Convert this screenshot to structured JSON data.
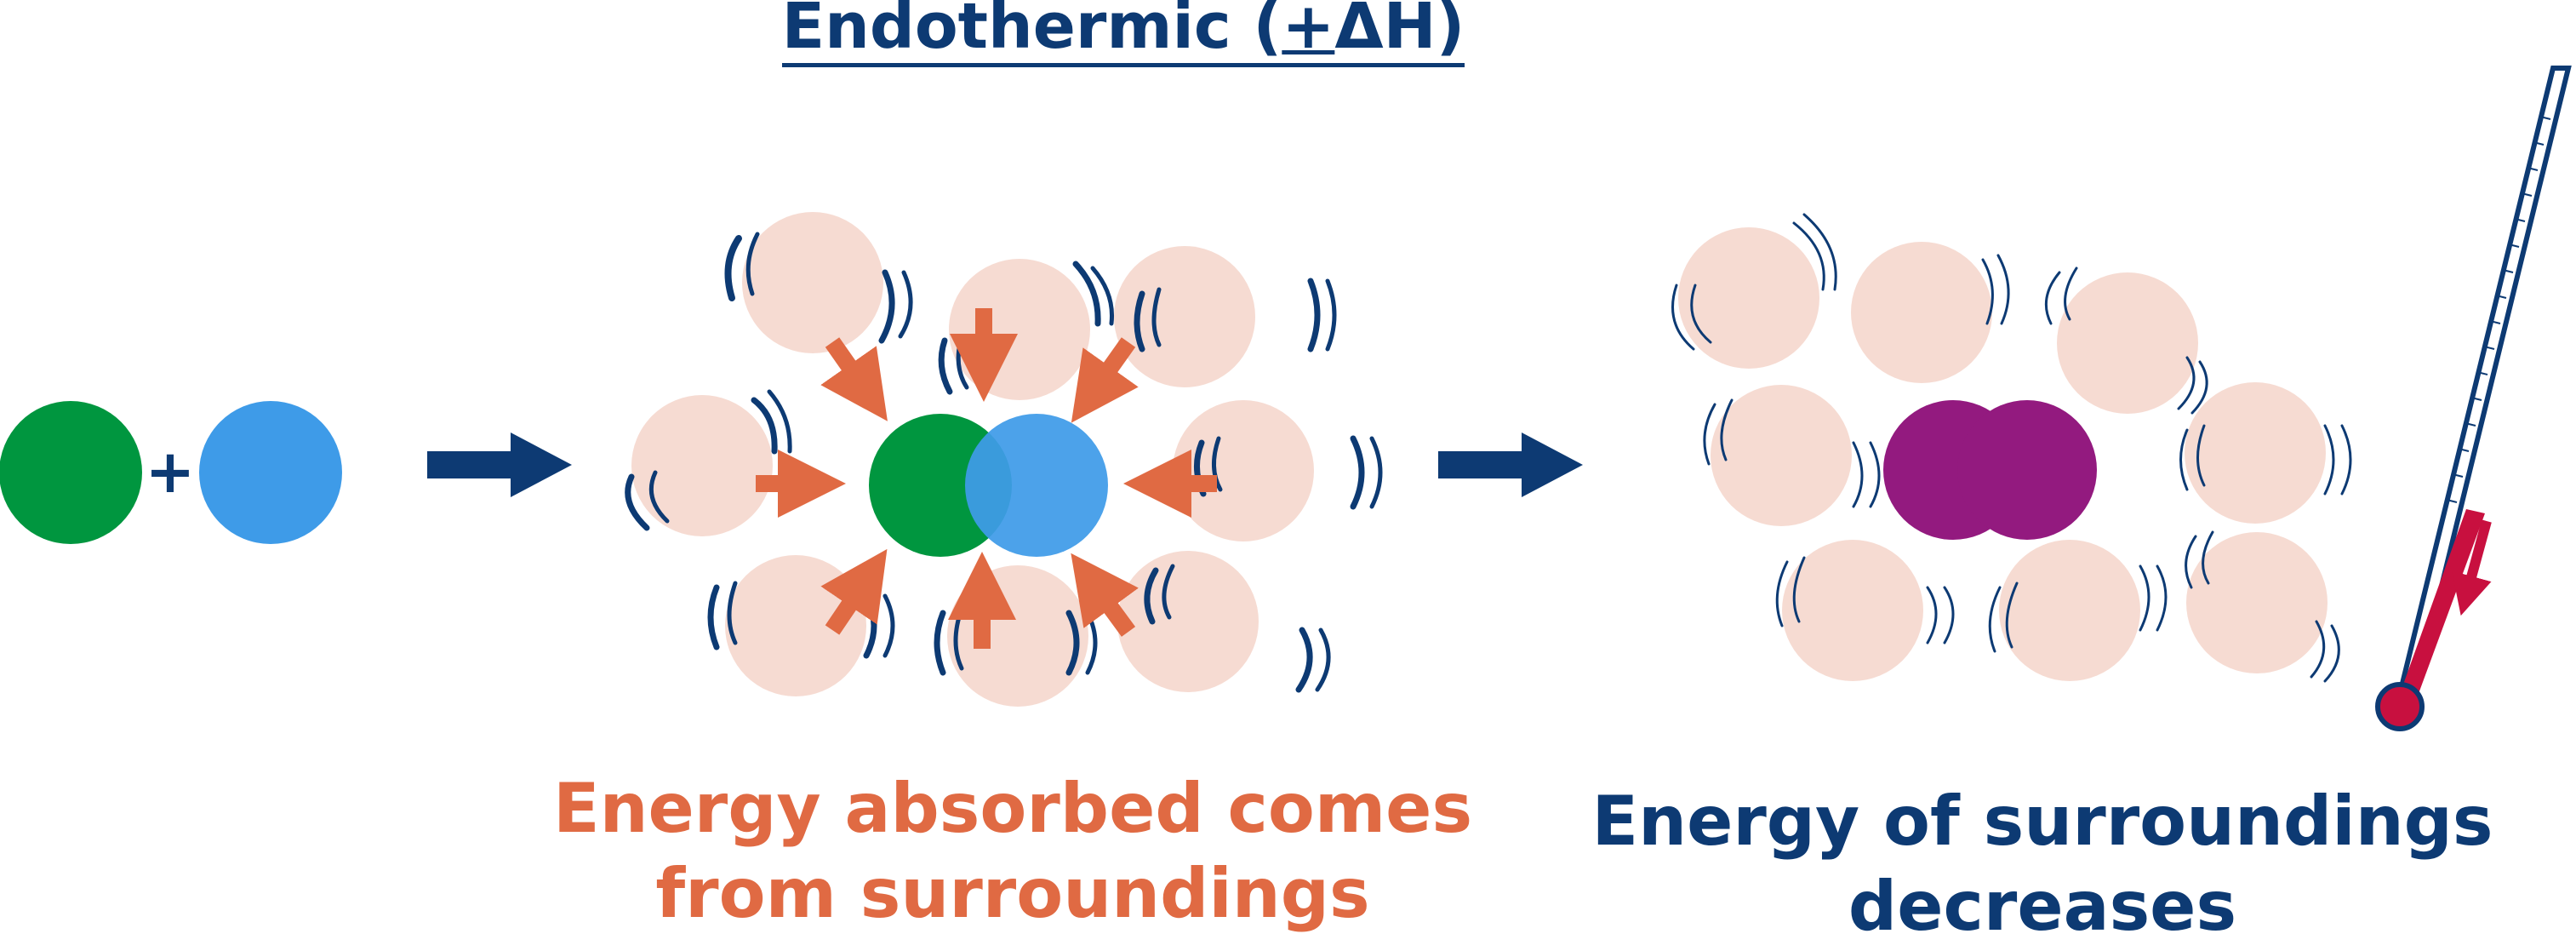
{
  "title": {
    "prefix": "Endothermic (",
    "plus_minus": "+",
    "delta": "ΔH",
    "suffix": ")"
  },
  "captions": {
    "absorbed": "Energy absorbed comes from surroundings",
    "decreases": "Energy of surroundings decreases"
  },
  "colors": {
    "reactant_a": "#00963f",
    "reactant_b": "#3e9be8",
    "product": "#931a7f",
    "surrounding_particle": "#f6dbd2",
    "energy_arrow": "#e06a43",
    "process_arrow": "#0d3a73",
    "thermometer_liquid": "#c8103f"
  },
  "icons": {
    "plus": "+",
    "process_arrow": "right-arrow-icon",
    "thermometer": "thermometer-icon"
  }
}
